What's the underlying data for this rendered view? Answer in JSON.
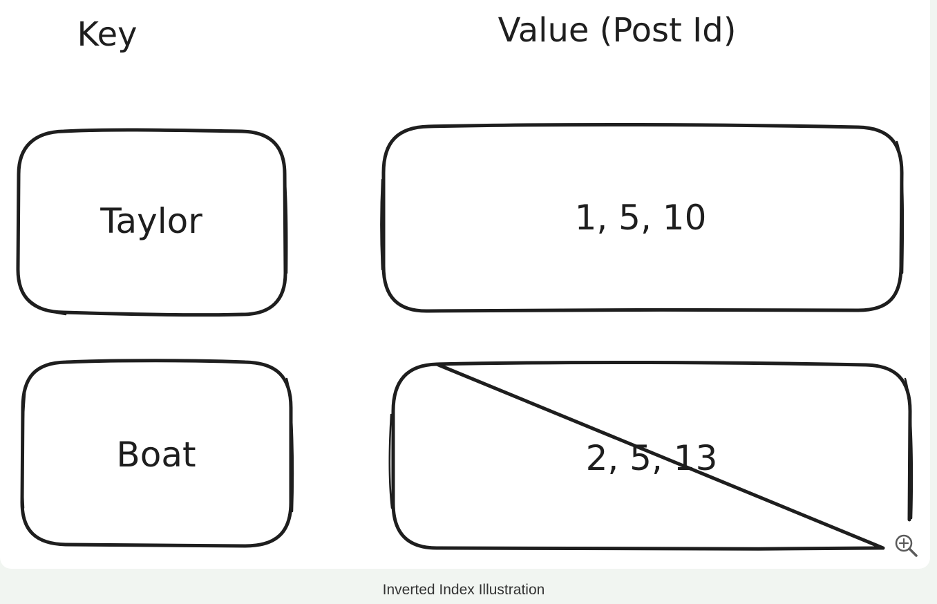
{
  "diagram": {
    "headers": {
      "key": "Key",
      "value": "Value (Post Id)"
    },
    "rows": [
      {
        "key": "Taylor",
        "value": "1, 5, 10"
      },
      {
        "key": "Boat",
        "value": "2, 5, 13"
      }
    ]
  },
  "zoom_button": {
    "icon": "zoom-in-icon"
  },
  "caption": "Inverted Index Illustration"
}
